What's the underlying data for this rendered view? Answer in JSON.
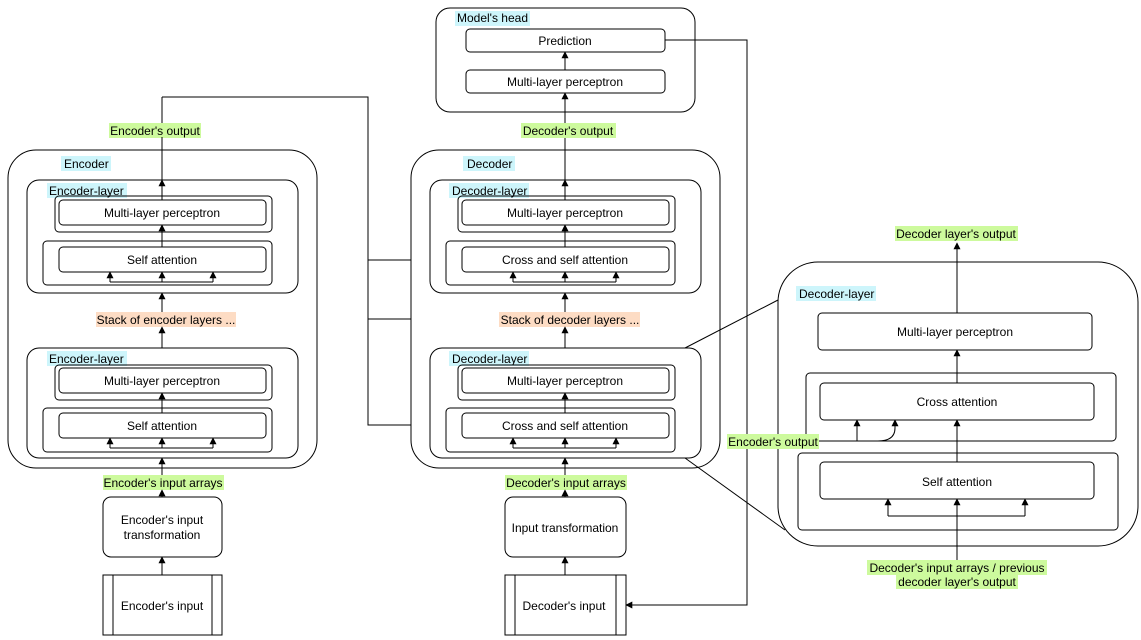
{
  "colors": {
    "green_label": "#cdfa9d",
    "blue_label": "#cdf5fb",
    "orange_label": "#fddcc4"
  },
  "head": {
    "title": "Model's head",
    "prediction": "Prediction",
    "mlp": "Multi-layer perceptron"
  },
  "encoder": {
    "output": "Encoder's output",
    "title": "Encoder",
    "layer_title": "Encoder-layer",
    "mlp": "Multi-layer perceptron",
    "attention": "Self attention",
    "stack": "Stack of encoder layers ...",
    "input_arrays": "Encoder's input arrays",
    "transformation_line1": "Encoder's input",
    "transformation_line2": "transformation",
    "input": "Encoder's input"
  },
  "decoder": {
    "output": "Decoder's output",
    "title": "Decoder",
    "layer_title": "Decoder-layer",
    "mlp": "Multi-layer perceptron",
    "attention": "Cross and self attention",
    "stack": "Stack of decoder layers ...",
    "input_arrays": "Decoder's input arrays",
    "transformation": "Input transformation",
    "input": "Decoder's input"
  },
  "detail": {
    "output": "Decoder layer's output",
    "layer_title": "Decoder-layer",
    "mlp": "Multi-layer perceptron",
    "cross": "Cross attention",
    "encoder_output": "Encoder's output",
    "self": "Self attention",
    "input_line1": "Decoder's input arrays / previous",
    "input_line2": "decoder layer's output"
  }
}
